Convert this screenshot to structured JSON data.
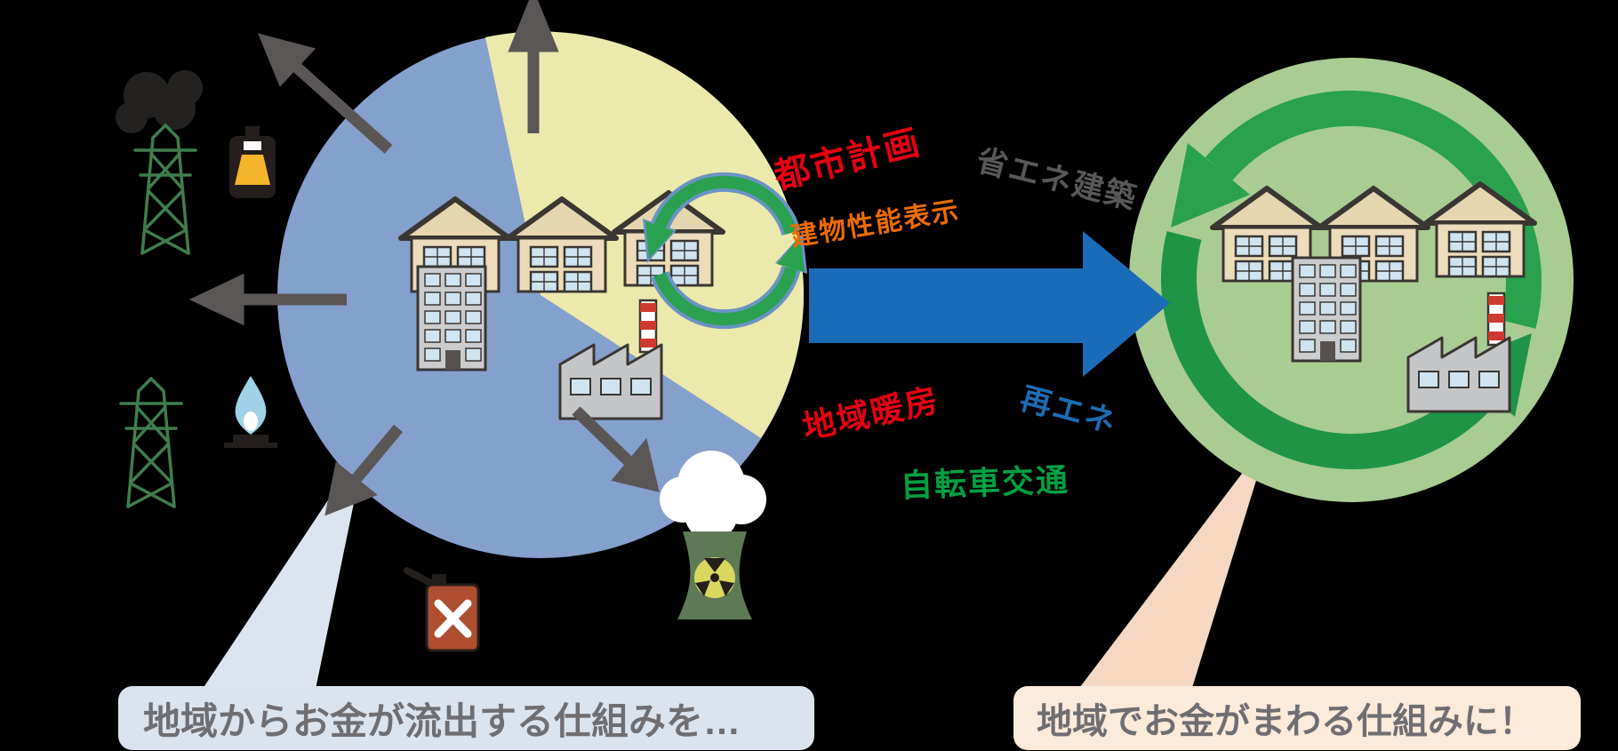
{
  "diagram": {
    "left_system": {
      "caption": "地域からお金が流出する仕組みを…",
      "bubble_color": "#dbe4ee",
      "circle_colors": {
        "blue": "#84a0cd",
        "yellow": "#ebe9ac"
      },
      "outflow_icons": [
        "smoking-chimney-tower-icon",
        "kerosene-lamp-icon",
        "transmission-tower-icon",
        "gas-flame-icon",
        "oil-can-crossed-icon",
        "nuclear-plant-icon"
      ]
    },
    "right_system": {
      "caption": "地域でお金がまわる仕組みに！",
      "bubble_color": "#fceada",
      "circle_color": "#a9cc93",
      "cycle_arrow_color": "#29a14f"
    },
    "transition_arrow_color": "#1b6cb8",
    "caption_text_color": "#6f6e72"
  },
  "measures": [
    {
      "id": "urban-planning",
      "text": "都市計画",
      "color": "#e60012"
    },
    {
      "id": "building-performance-labeling",
      "text": "建物性能表示",
      "color": "#ed6c00"
    },
    {
      "id": "energy-saving-architecture",
      "text": "省エネ建築",
      "color": "#595757"
    },
    {
      "id": "district-heating",
      "text": "地域暖房",
      "color": "#e60012"
    },
    {
      "id": "renewable-energy",
      "text": "再エネ",
      "color": "#1c6cb5"
    },
    {
      "id": "bicycle-transport",
      "text": "自転車交通",
      "color": "#00a042"
    }
  ]
}
